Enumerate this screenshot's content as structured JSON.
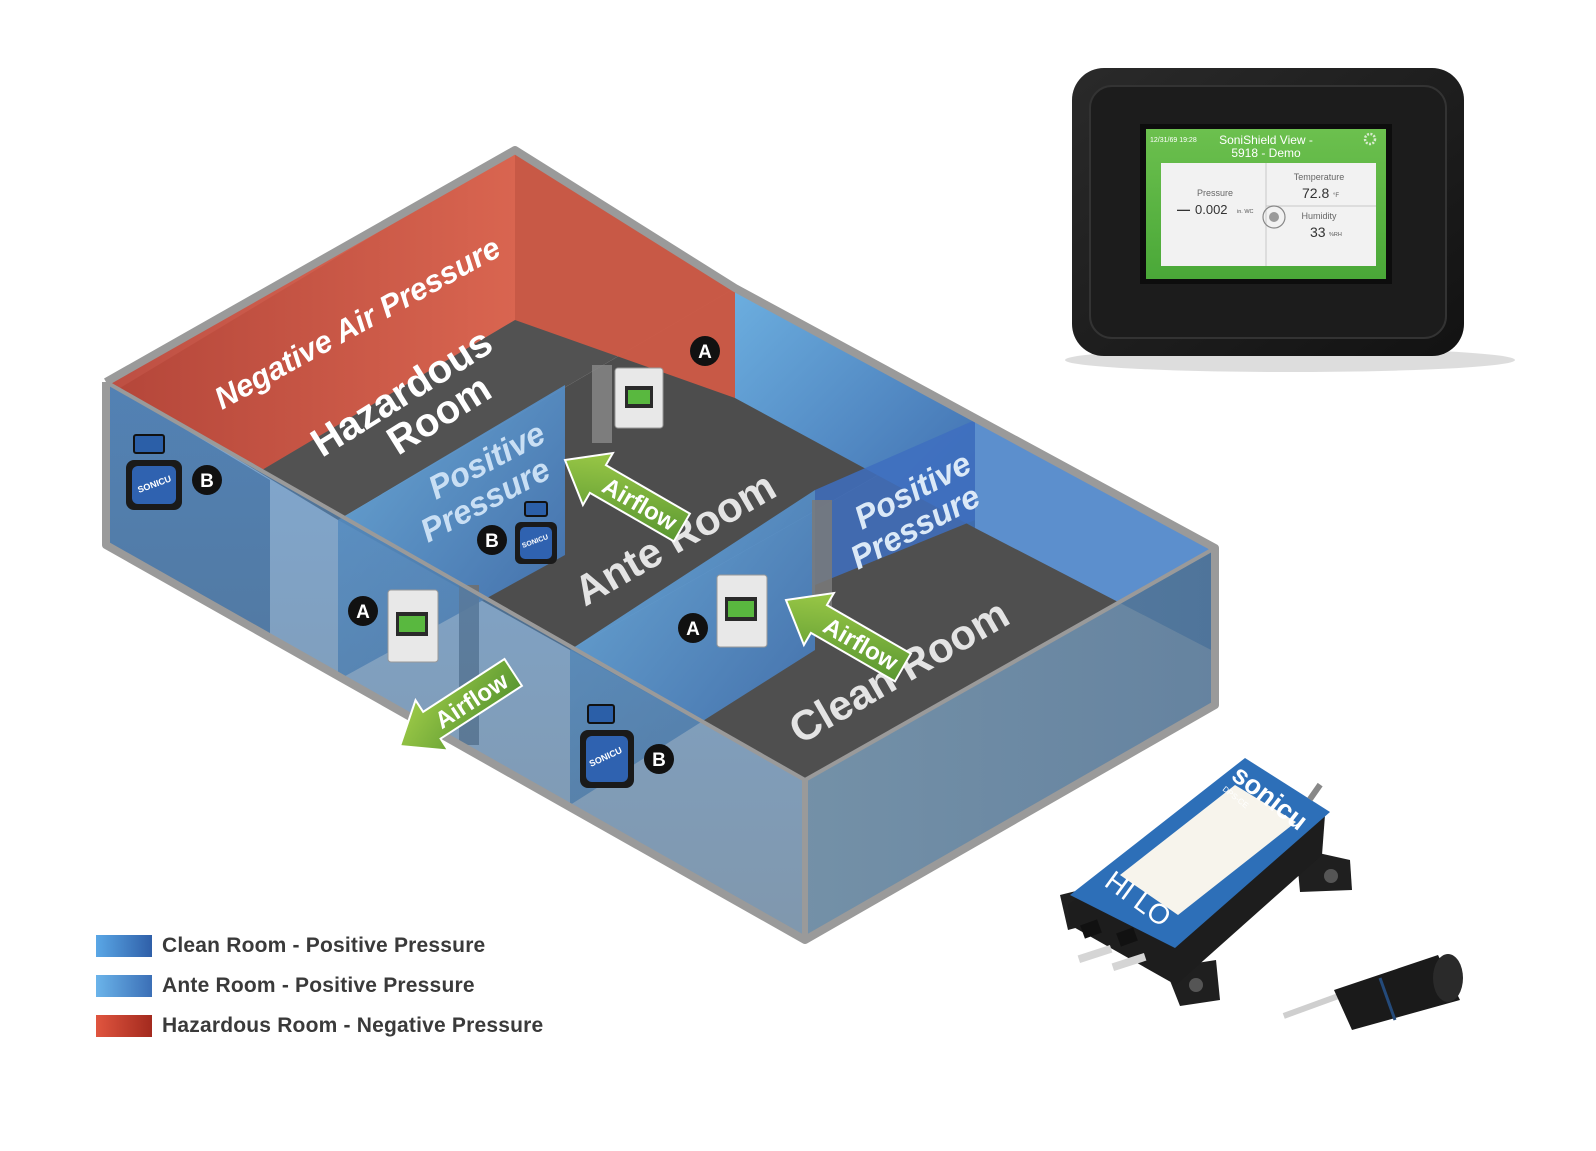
{
  "diagram": {
    "walls": {
      "negative_air_pressure": "Negative Air Pressure",
      "positive_pressure_ante": [
        "Positive",
        "Pressure"
      ],
      "positive_pressure_clean": [
        "Positive",
        "Pressure"
      ]
    },
    "rooms": {
      "hazardous": [
        "Hazardous",
        "Room"
      ],
      "ante": "Ante Room",
      "clean": "Clean Room"
    },
    "airflow_label": "Airflow",
    "markers": {
      "a": "A",
      "b": "B"
    },
    "sensor_brand": "SONICU"
  },
  "display_device": {
    "timestamp": "12/31/69 19:28",
    "title_line1": "SoniShield View -",
    "title_line2": "5918 - Demo",
    "pressure_label": "Pressure",
    "pressure_sign": "—",
    "pressure_value": "0.002",
    "pressure_unit": "in. WC",
    "temperature_label": "Temperature",
    "temperature_value": "72.8",
    "temperature_unit": "°F",
    "humidity_label": "Humidity",
    "humidity_value": "33",
    "humidity_unit": "%RH",
    "screen_color": "#5cb945"
  },
  "sensor_device": {
    "brand": "sonicu",
    "model": "DPS-CE",
    "port_labels": "HI LO"
  },
  "legend": [
    {
      "label": "Clean Room - Positive Pressure",
      "color": "#3f7fc6"
    },
    {
      "label": "Ante Room - Positive Pressure",
      "color": "#4a88cc"
    },
    {
      "label": "Hazardous Room - Negative Pressure",
      "color": "#c43a2a"
    }
  ]
}
